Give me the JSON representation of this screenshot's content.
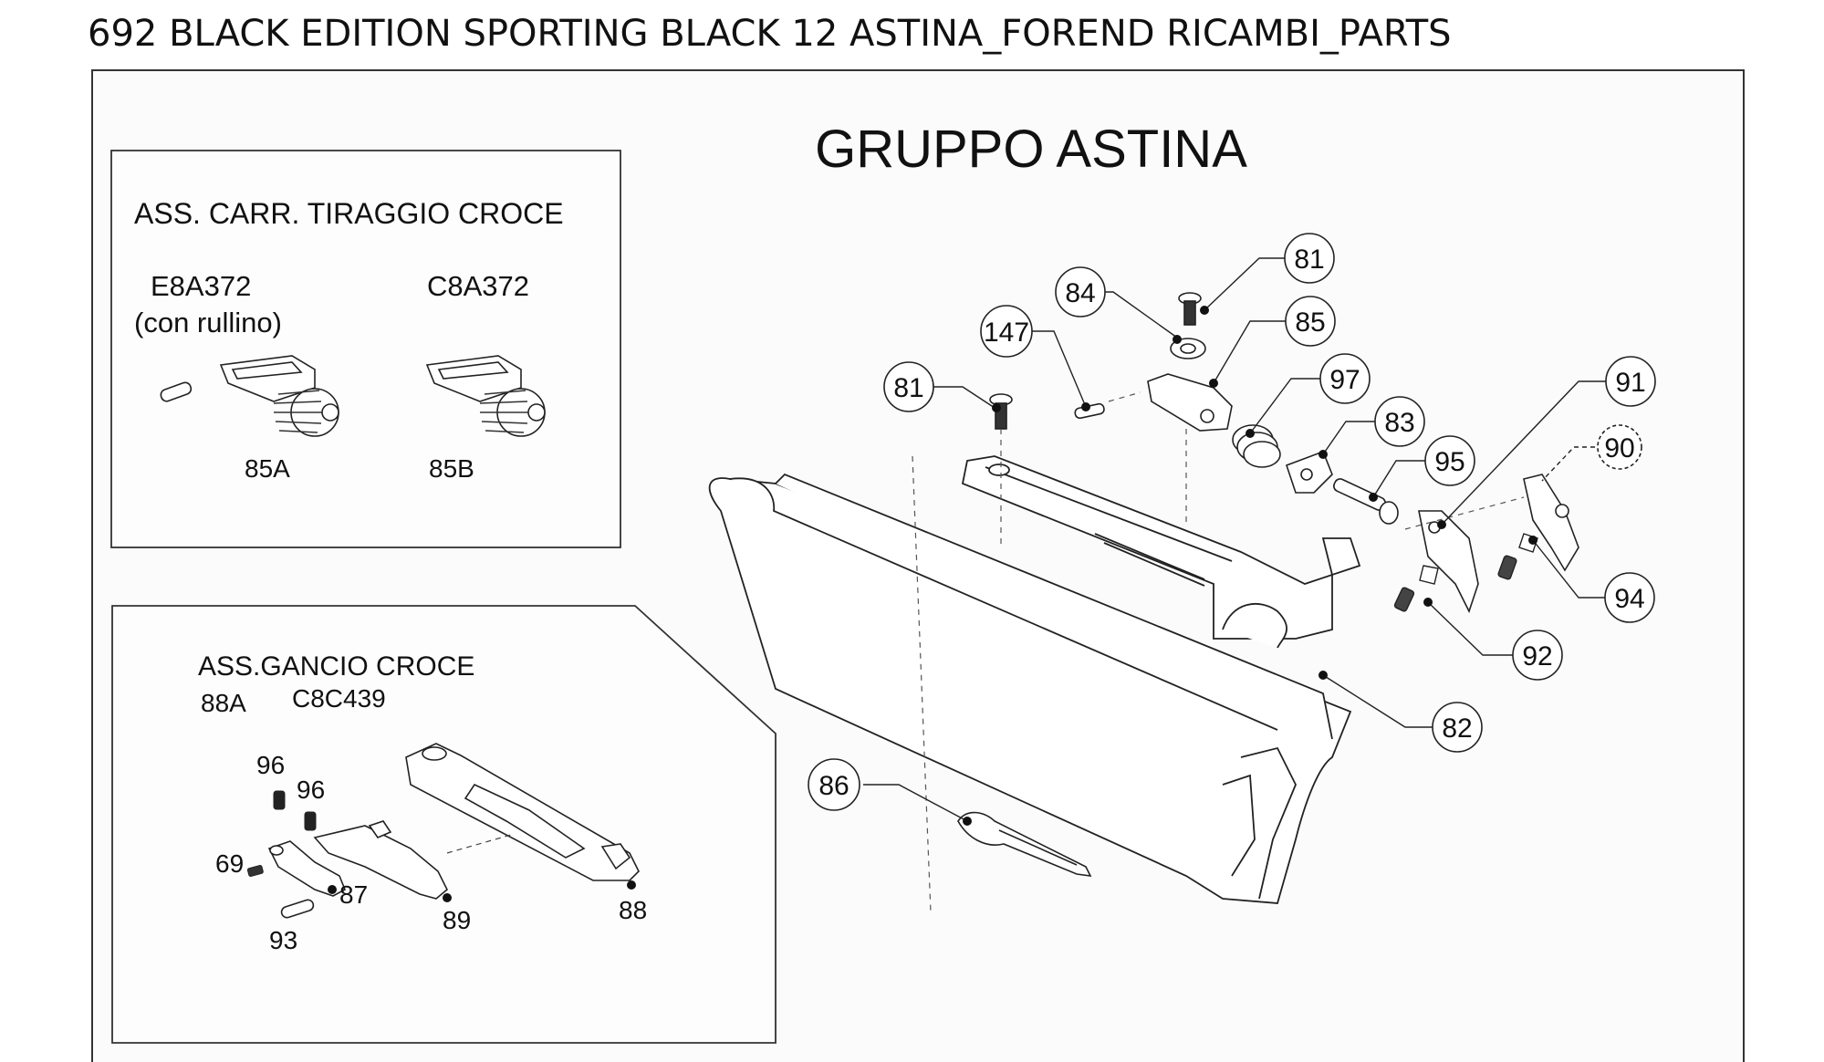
{
  "page": {
    "title": "692 BLACK EDITION SPORTING BLACK 12 ASTINA_FOREND RICAMBI_PARTS"
  },
  "diagram": {
    "heading": "GRUPPO ASTINA",
    "inset_carrier": {
      "title": "ASS. CARR. TIRAGGIO CROCE",
      "variant_a_code": "E8A372",
      "variant_a_note": "(con rullino)",
      "variant_b_code": "C8A372",
      "label_a": "85A",
      "label_b": "85B"
    },
    "inset_hook": {
      "title": "ASS.GANCIO CROCE",
      "assembly_ref": "88A",
      "assembly_code": "C8C439",
      "labels": [
        "96",
        "96",
        "69",
        "87",
        "93",
        "89",
        "88"
      ]
    },
    "callouts": [
      "81",
      "84",
      "147",
      "85",
      "81",
      "97",
      "83",
      "91",
      "90",
      "95",
      "94",
      "92",
      "82",
      "86"
    ]
  }
}
